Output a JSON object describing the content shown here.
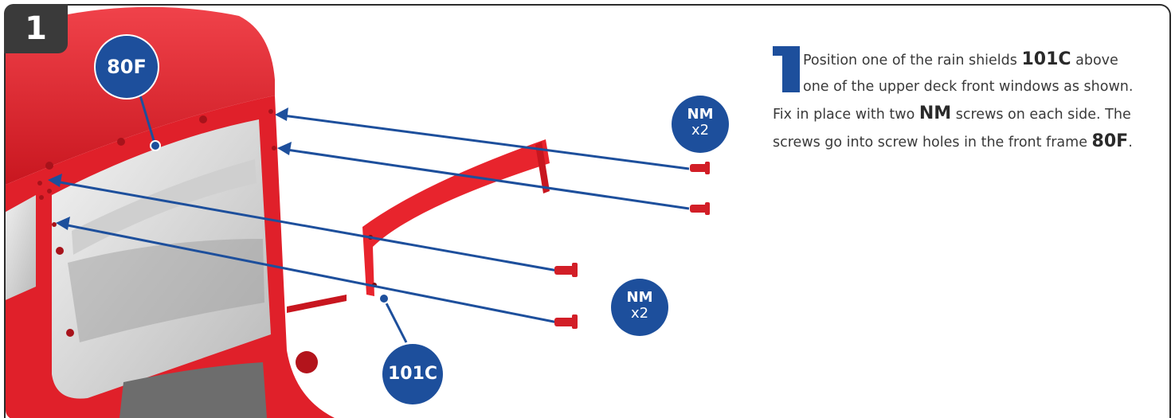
{
  "step": {
    "number": "1"
  },
  "callouts": {
    "front_frame": "80F",
    "rain_shield": "101C",
    "screws_top": {
      "code": "NM",
      "count": "x2"
    },
    "screws_bottom": {
      "code": "NM",
      "count": "x2"
    }
  },
  "instruction": {
    "dropcap_alt": "1",
    "part1": "Position one of the rain shields ",
    "part_101c": "101C",
    "part2": " above one of the upper deck front windows as shown. Fix in place with two ",
    "part_nm": "NM",
    "part3": " screws on each side. The screws go into screw holes in the front frame ",
    "part_80f": "80F",
    "part4": "."
  },
  "colors": {
    "accent_blue": "#1d4f9c",
    "bus_red": "#e0202a",
    "badge_gray": "#3a3a3a"
  }
}
